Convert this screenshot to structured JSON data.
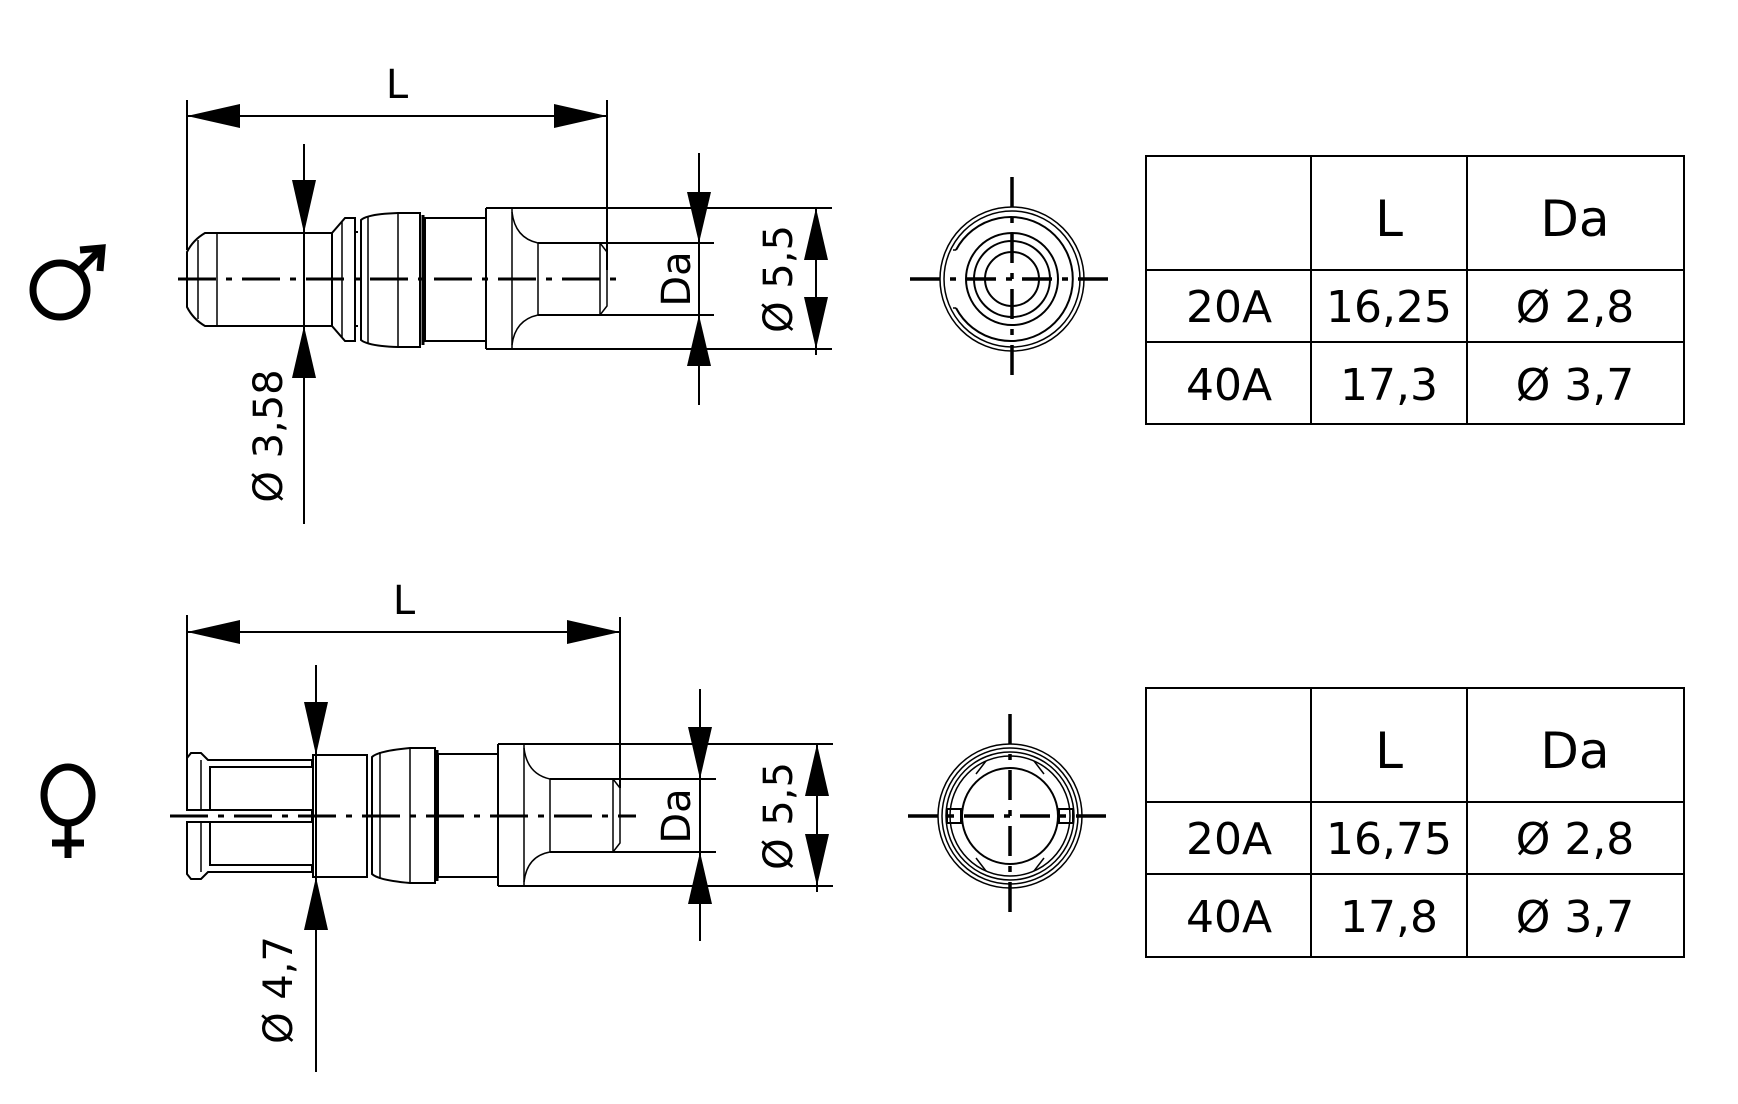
{
  "drawing": {
    "male": {
      "symbol": "♂",
      "symbol_name": "male-symbol",
      "dim_length_label": "L",
      "dim_pin_diameter": "Ø 3,58",
      "dim_bore_label": "Da",
      "dim_outer_diameter": "Ø 5,5",
      "table": {
        "headers": [
          "",
          "L",
          "Da"
        ],
        "rows": [
          {
            "rating": "20A",
            "L": "16,25",
            "Da": "Ø 2,8"
          },
          {
            "rating": "40A",
            "L": "17,3",
            "Da": "Ø 3,7"
          }
        ]
      }
    },
    "female": {
      "symbol": "♀",
      "symbol_name": "female-symbol",
      "dim_length_label": "L",
      "dim_socket_diameter": "Ø 4,7",
      "dim_bore_label": "Da",
      "dim_outer_diameter": "Ø 5,5",
      "table": {
        "headers": [
          "",
          "L",
          "Da"
        ],
        "rows": [
          {
            "rating": "20A",
            "L": "16,75",
            "Da": "Ø 2,8"
          },
          {
            "rating": "40A",
            "L": "17,8",
            "Da": "Ø 3,7"
          }
        ]
      }
    }
  }
}
